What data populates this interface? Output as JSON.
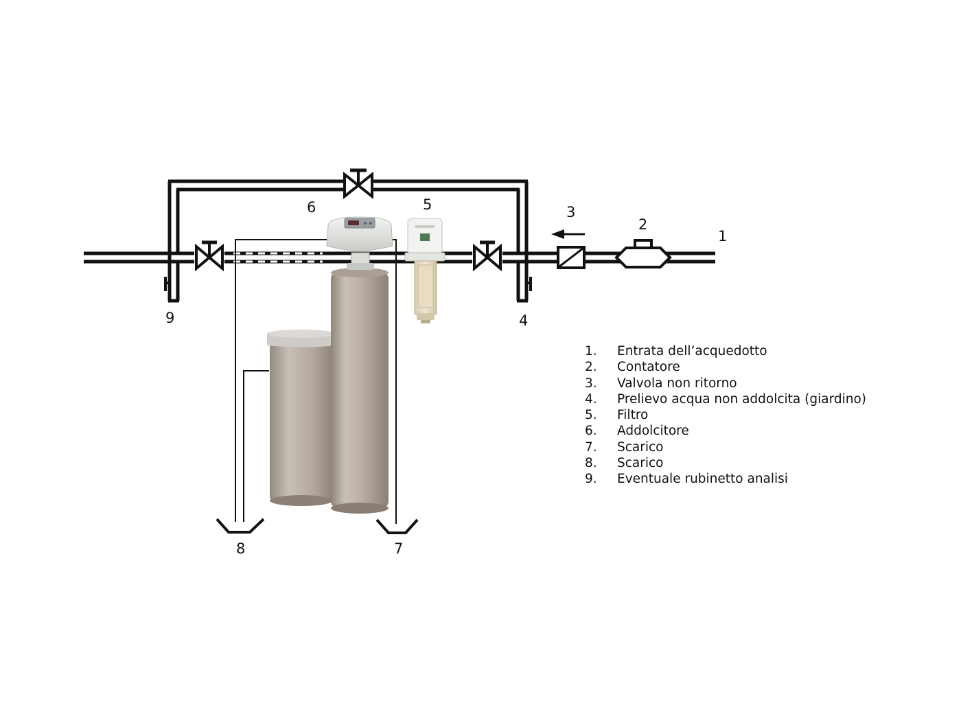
{
  "colors": {
    "pipe": "#111111",
    "tank": "#b5aba1",
    "tank_shade": "#8f857a",
    "tank_highlight": "#d6cec6",
    "head": "#e4e6e2",
    "filter_bowl": "#e6dcc4",
    "filter_head": "#f1f3f0"
  },
  "callouts": {
    "c1": "1",
    "c2": "2",
    "c3": "3",
    "c4": "4",
    "c5": "5",
    "c6": "6",
    "c7": "7",
    "c8": "8",
    "c9": "9"
  },
  "legend": [
    {
      "num": "1.",
      "label": "Entrata dell’acquedotto"
    },
    {
      "num": "2.",
      "label": "Contatore"
    },
    {
      "num": "3.",
      "label": "Valvola non ritorno"
    },
    {
      "num": "4.",
      "label": "Prelievo acqua non addolcita (giardino)"
    },
    {
      "num": "5.",
      "label": "Filtro"
    },
    {
      "num": "6.",
      "label": "Addolcitore"
    },
    {
      "num": "7.",
      "label": "Scarico"
    },
    {
      "num": "8.",
      "label": "Scarico"
    },
    {
      "num": "9.",
      "label": "Eventuale rubinetto analisi"
    }
  ],
  "icons": {
    "valve": "gate-valve-icon",
    "check_valve": "check-valve-icon",
    "meter": "water-meter-icon",
    "drain": "drain-funnel-icon",
    "tap": "sample-tap-icon",
    "flow": "flow-arrow-icon"
  }
}
